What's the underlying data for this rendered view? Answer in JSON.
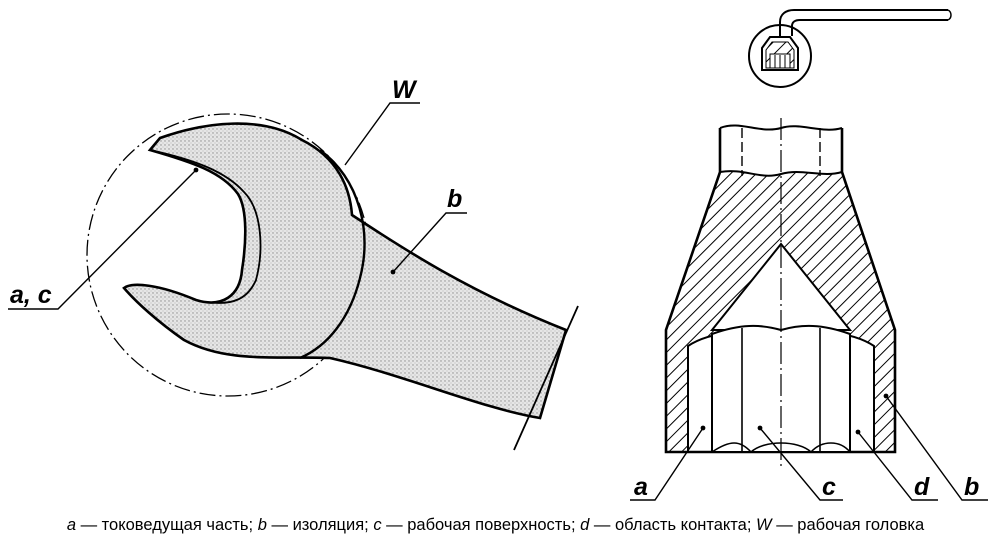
{
  "labels": {
    "wrench_ac": "a, c",
    "wrench_w": "W",
    "wrench_b": "b",
    "socket_a": "a",
    "socket_c": "c",
    "socket_d": "d",
    "socket_b": "b"
  },
  "legend": [
    {
      "key": "a",
      "text": "токоведущая часть"
    },
    {
      "key": "b",
      "text": "изоляция"
    },
    {
      "key": "c",
      "text": "рабочая поверхность"
    },
    {
      "key": "d",
      "text": "область контакта"
    },
    {
      "key": "W",
      "text": "рабочая головка"
    }
  ],
  "legend_separator": " — "
}
